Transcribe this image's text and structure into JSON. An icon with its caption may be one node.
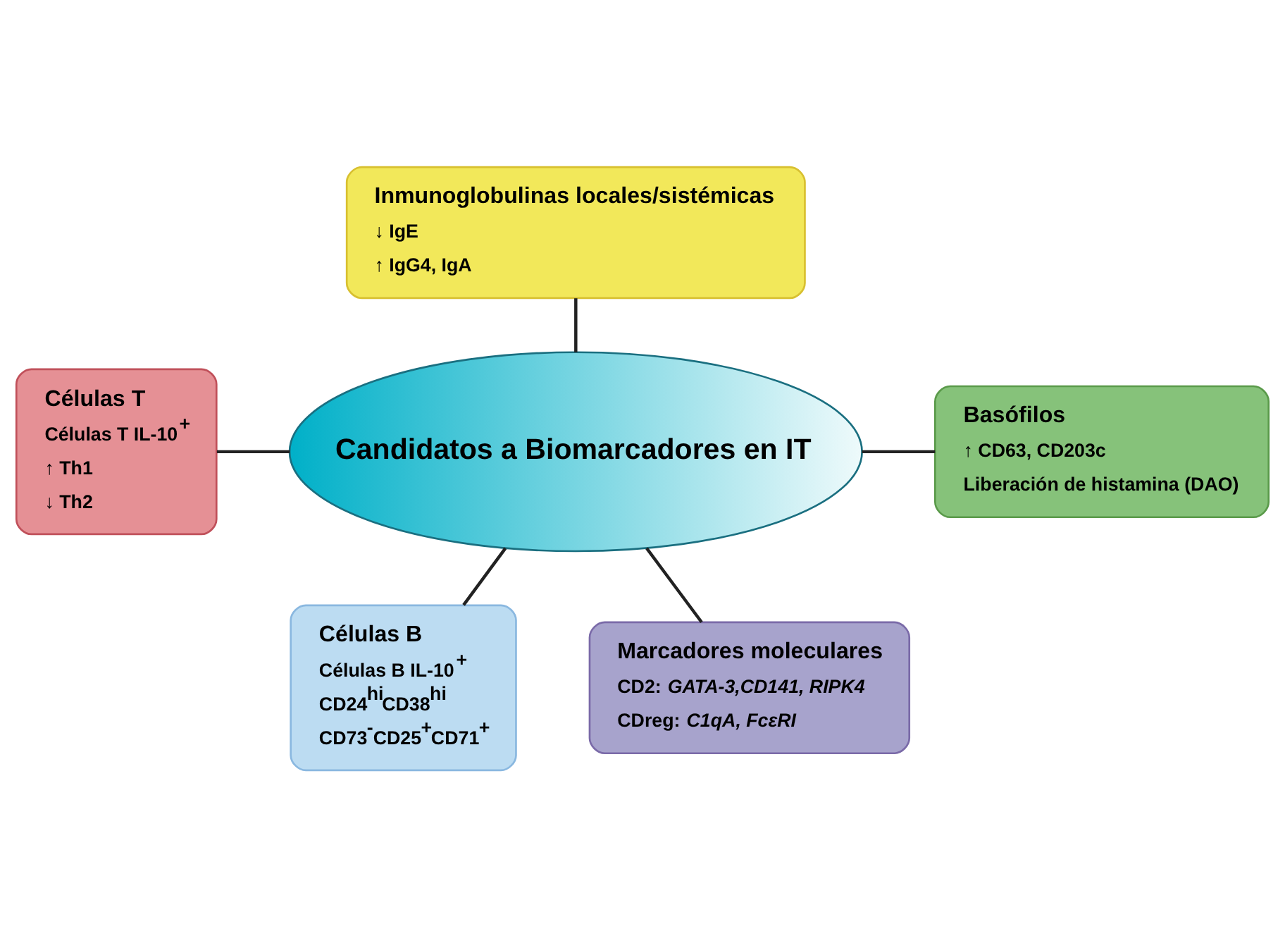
{
  "diagram": {
    "nodes": [
      {
        "text": [
          "Candidatos a Biomarcadores en IT"
        ]
      },
      {
        "text": [
          "Inmunoglobulinas locales/sistémicas",
          "↓ IgE",
          "↑ IgG4, IgA"
        ]
      },
      {
        "text": [
          "Células T",
          "Células T IL-10$^{+}$",
          "↑ Th1",
          "↓ Th2"
        ]
      },
      {
        "text": [
          "Basófilos",
          "↑ CD63, CD203c",
          "Liberación de histamina (DAO)"
        ]
      },
      {
        "text": [
          "Células B",
          "Células B IL-10$^{+}$",
          "CD24$^{hi}$CD38$^{hi}$",
          "CD73$^{-}$CD25$^{+}$CD71$^{+}$"
        ]
      },
      {
        "text": [
          "Marcadores moleculares",
          "CD2: *GATA-3,CD141, RIPK4*",
          "CDreg: *C1qA, FcεRI*"
        ]
      }
    ],
    "edges": [
      {
        "from": 0,
        "to": 1,
        "arrow": "none"
      },
      {
        "from": 0,
        "to": 2,
        "arrow": "none"
      },
      {
        "from": 0,
        "to": 3,
        "arrow": "none"
      },
      {
        "from": 0,
        "to": 4,
        "arrow": "none"
      },
      {
        "from": 0,
        "to": 5,
        "arrow": "none"
      }
    ]
  }
}
